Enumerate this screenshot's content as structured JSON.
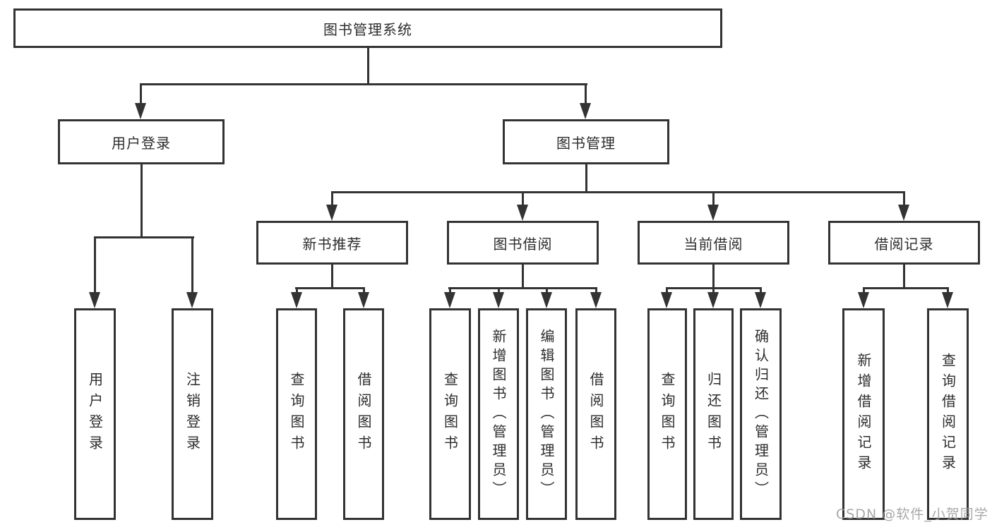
{
  "diagram": {
    "root": {
      "label": "图书管理系统"
    },
    "level1": [
      {
        "label": "用户登录"
      },
      {
        "label": "图书管理"
      }
    ],
    "level2": [
      {
        "label": "新书推荐"
      },
      {
        "label": "图书借阅"
      },
      {
        "label": "当前借阅"
      },
      {
        "label": "借阅记录"
      }
    ],
    "leaves": [
      {
        "label": "用户登录"
      },
      {
        "label": "注销登录"
      },
      {
        "label": "查询图书"
      },
      {
        "label": "借阅图书"
      },
      {
        "label": "查询图书"
      },
      {
        "label": "新增图书（管理员）"
      },
      {
        "label": "编辑图书（管理员）"
      },
      {
        "label": "借阅图书"
      },
      {
        "label": "查询图书"
      },
      {
        "label": "归还图书"
      },
      {
        "label": "确认归还（管理员）"
      },
      {
        "label": "新增借阅记录"
      },
      {
        "label": "查询借阅记录"
      }
    ]
  },
  "watermark": "CSDN @软件_小贺同学",
  "colors": {
    "line": "#333333",
    "text": "#2d2d2d",
    "watermark": "#9e9e9e",
    "background": "#ffffff"
  }
}
